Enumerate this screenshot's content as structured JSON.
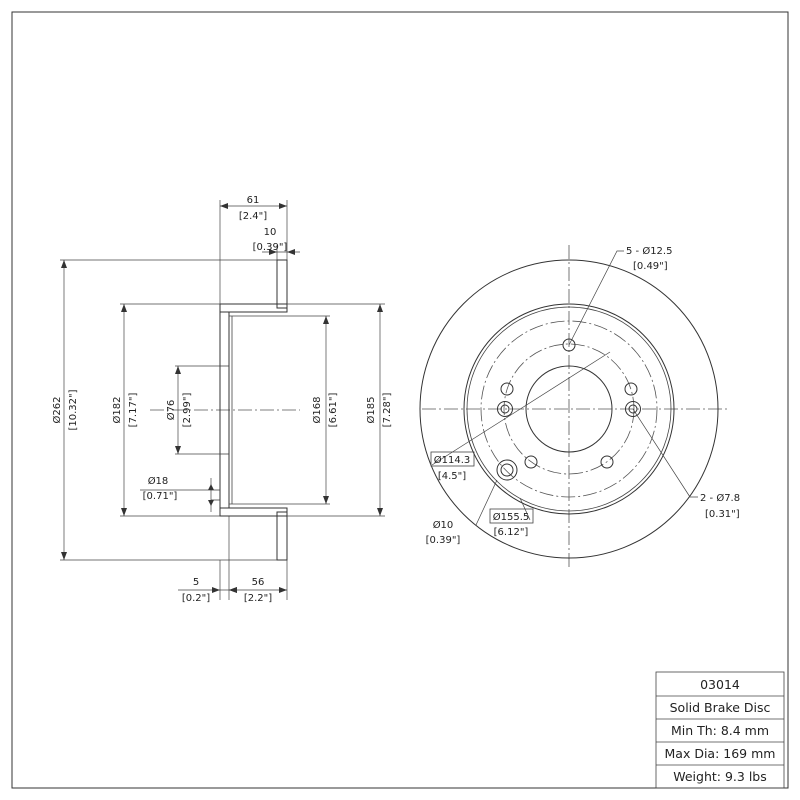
{
  "side_view": {
    "overall_width": "61",
    "overall_width_in": "[2.4\"]",
    "flange_thickness": "10",
    "flange_thickness_in": "[0.39\"]",
    "outer_dia": "Ø262",
    "outer_dia_in": "[10.32\"]",
    "hat_dia": "Ø182",
    "hat_dia_in": "[7.17\"]",
    "bore_dia": "Ø76",
    "bore_dia_in": "[2.99\"]",
    "stud_hole_dia": "Ø18",
    "stud_hole_dia_in": "[0.71\"]",
    "inner_dia": "Ø168",
    "inner_dia_in": "[6.61\"]",
    "hat_outer_dia": "Ø185",
    "hat_outer_dia_in": "[7.28\"]",
    "mount_thickness": "5",
    "mount_thickness_in": "[0.2\"]",
    "hat_depth": "56",
    "hat_depth_in": "[2.2\"]"
  },
  "front_view": {
    "lug_holes": "5 - Ø12.5",
    "lug_holes_in": "[0.49\"]",
    "bolt_circle": "Ø114.3",
    "bolt_circle_in": "[4.5\"]",
    "small_holes": "2 - Ø7.8",
    "small_holes_in": "[0.31\"]",
    "pin_hole": "Ø10",
    "pin_hole_in": "[0.39\"]",
    "pcd_outer": "Ø155.5",
    "pcd_outer_in": "[6.12\"]"
  },
  "title_block": {
    "part_number": "03014",
    "description": "Solid Brake Disc",
    "min_thickness": "Min Th: 8.4 mm",
    "max_diameter": "Max Dia: 169 mm",
    "weight": "Weight: 9.3 lbs"
  }
}
